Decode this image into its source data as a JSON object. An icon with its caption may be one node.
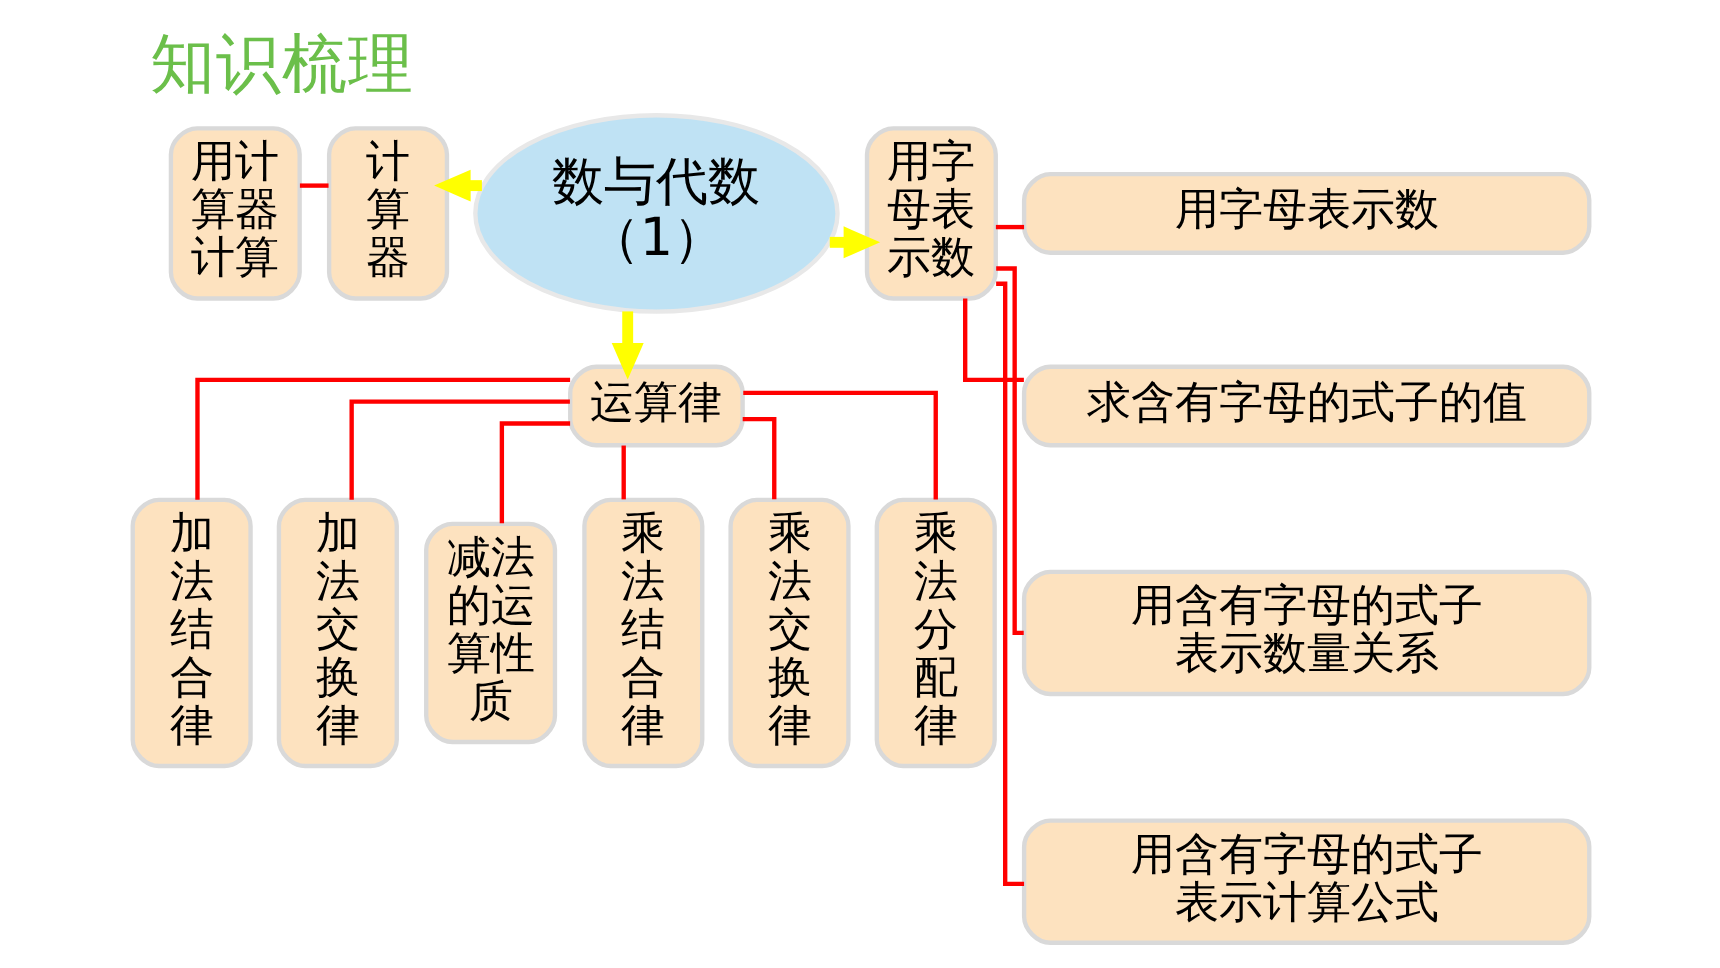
{
  "diagram": {
    "title": "知识梳理",
    "nodes": [
      {
        "text": [
          "数与代数（1）"
        ]
      },
      {
        "text": [
          "计算器"
        ]
      },
      {
        "text": [
          "用计算器计算"
        ]
      },
      {
        "text": [
          "用字母表示数"
        ]
      },
      {
        "text": [
          "用字母表示数"
        ]
      },
      {
        "text": [
          "求含有字母的式子的值"
        ]
      },
      {
        "text": [
          "用含有字母的式子表示数量关系"
        ]
      },
      {
        "text": [
          "用含有字母的式子表示计算公式"
        ]
      },
      {
        "text": [
          "运算律"
        ]
      },
      {
        "text": [
          "加法结合律"
        ]
      },
      {
        "text": [
          "加法交换律"
        ]
      },
      {
        "text": [
          "减法的运算性质"
        ]
      },
      {
        "text": [
          "乘法结合律"
        ]
      },
      {
        "text": [
          "乘法交换律"
        ]
      },
      {
        "text": [
          "乘法分配律"
        ]
      }
    ],
    "edges": [
      {
        "from": 0,
        "to": 1,
        "arrow": "to",
        "style": "thick",
        "color": "#ffff00"
      },
      {
        "from": 1,
        "to": 2,
        "arrow": "none"
      },
      {
        "from": 0,
        "to": 3,
        "arrow": "to",
        "style": "thick",
        "color": "#ffff00"
      },
      {
        "from": 3,
        "to": 4,
        "arrow": "none"
      },
      {
        "from": 3,
        "to": 5,
        "arrow": "none"
      },
      {
        "from": 3,
        "to": 6,
        "arrow": "none"
      },
      {
        "from": 3,
        "to": 7,
        "arrow": "none"
      },
      {
        "from": 0,
        "to": 8,
        "arrow": "to",
        "style": "thick",
        "color": "#ffff00"
      },
      {
        "from": 8,
        "to": 9,
        "arrow": "none"
      },
      {
        "from": 8,
        "to": 10,
        "arrow": "none"
      },
      {
        "from": 8,
        "to": 11,
        "arrow": "none"
      },
      {
        "from": 8,
        "to": 12,
        "arrow": "none"
      },
      {
        "from": 8,
        "to": 13,
        "arrow": "none"
      },
      {
        "from": 8,
        "to": 14,
        "arrow": "none"
      }
    ]
  }
}
